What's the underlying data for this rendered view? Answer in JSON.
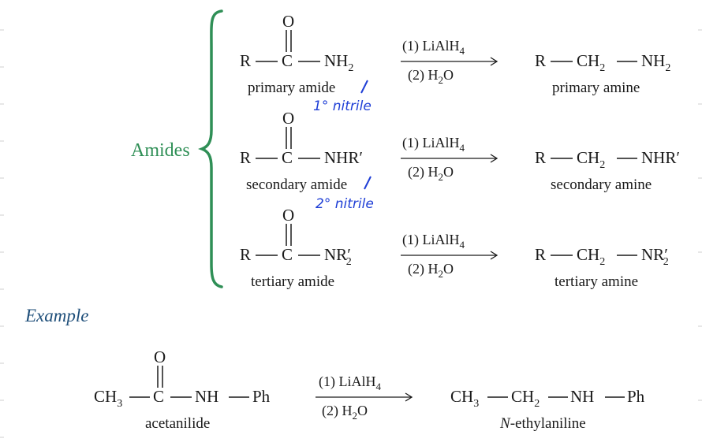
{
  "colors": {
    "brace": "#2f8f56",
    "amides_label": "#2f8f56",
    "example_label": "#1f4f7a",
    "handwriting": "#1f3fd6",
    "ink": "#1a1a1a"
  },
  "amides_label": "Amides",
  "example_label": "Example",
  "reagents": {
    "step1": "(1) LiAlH",
    "step1_sub": "4",
    "step2": "(2) H",
    "step2_sub": "2",
    "step2_tail": "O"
  },
  "atoms": {
    "R": "R",
    "C": "C",
    "O": "O",
    "NH": "NH",
    "N": "N",
    "H": "H",
    "NHR": "NHR′",
    "NR": "NR",
    "prime": "′",
    "CH": "CH",
    "Ph": "Ph",
    "sub2": "2",
    "sub3": "3"
  },
  "rows": [
    {
      "amide_label": "primary amide",
      "handwritten_note": "1° nitrile",
      "amine_label": "primary amine"
    },
    {
      "amide_label": "secondary amide",
      "handwritten_note": "2° nitrile",
      "amine_label": "secondary amine"
    },
    {
      "amide_label": "tertiary amide",
      "amine_label": "tertiary amine"
    }
  ],
  "example": {
    "reactant_label": "acetanilide",
    "product_label_italic": "N",
    "product_label_rest": "-ethylaniline"
  }
}
